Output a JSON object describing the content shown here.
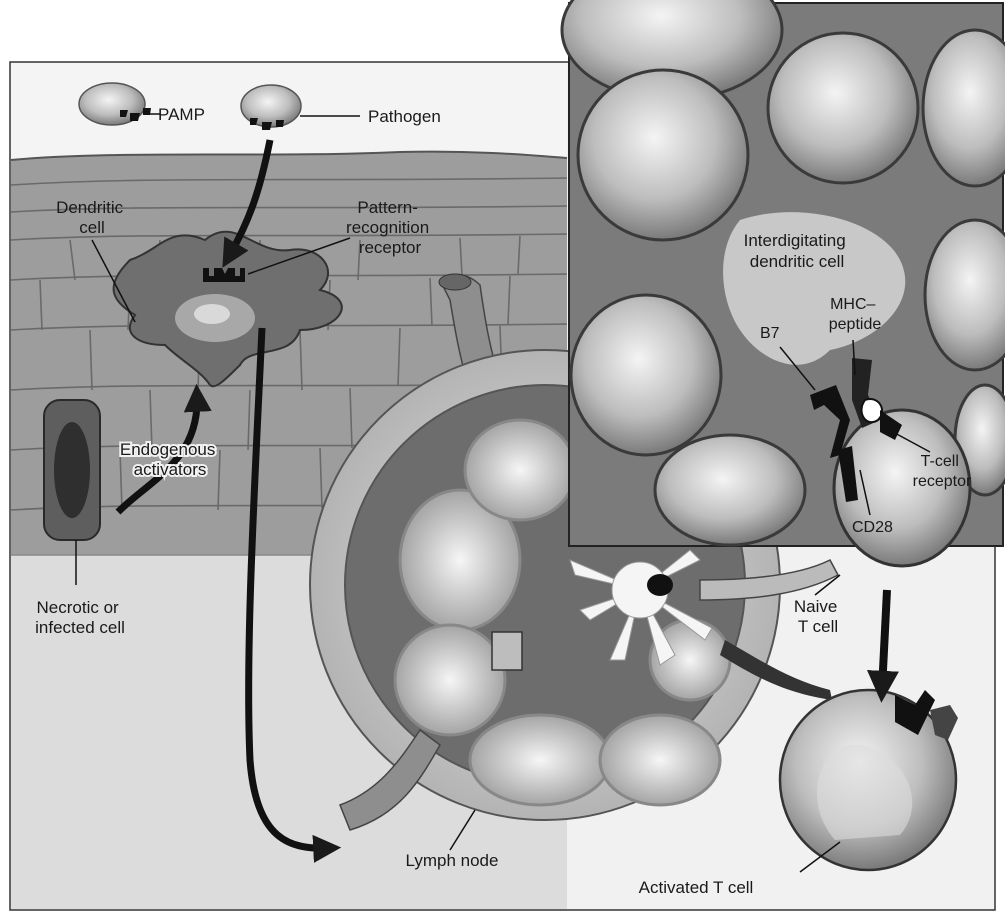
{
  "labels": {
    "pamp": "PAMP",
    "pathogen": "Pathogen",
    "dendritic_cell": [
      "Dendritic",
      "cell"
    ],
    "pattern_recognition_receptor": [
      "Pattern-",
      "recognition",
      "receptor"
    ],
    "endogenous_activators": [
      "Endogenous",
      "activators"
    ],
    "necrotic_or_infected_cell": [
      "Necrotic or",
      "infected cell"
    ],
    "interdigitating_dendritic_cell": [
      "Interdigitating",
      "dendritic cell"
    ],
    "mhc_peptide": [
      "MHC–",
      "peptide"
    ],
    "b7": "B7",
    "t_cell_receptor": [
      "T-cell",
      "receptor"
    ],
    "cd28": "CD28",
    "naive_t_cell": [
      "Naive",
      "T cell"
    ],
    "lymph_node": "Lymph node",
    "activated_t_cell": "Activated T cell"
  },
  "colors": {
    "tissue": "#9a9a9a",
    "tissue_dark": "#6e6e6e",
    "inset_bg": "#7d7d7d",
    "cell_fill": "#c8c8c8",
    "lymph_fill": "#d4d4d4",
    "ink": "#1a1a1a",
    "background": "#f2f2f2"
  }
}
